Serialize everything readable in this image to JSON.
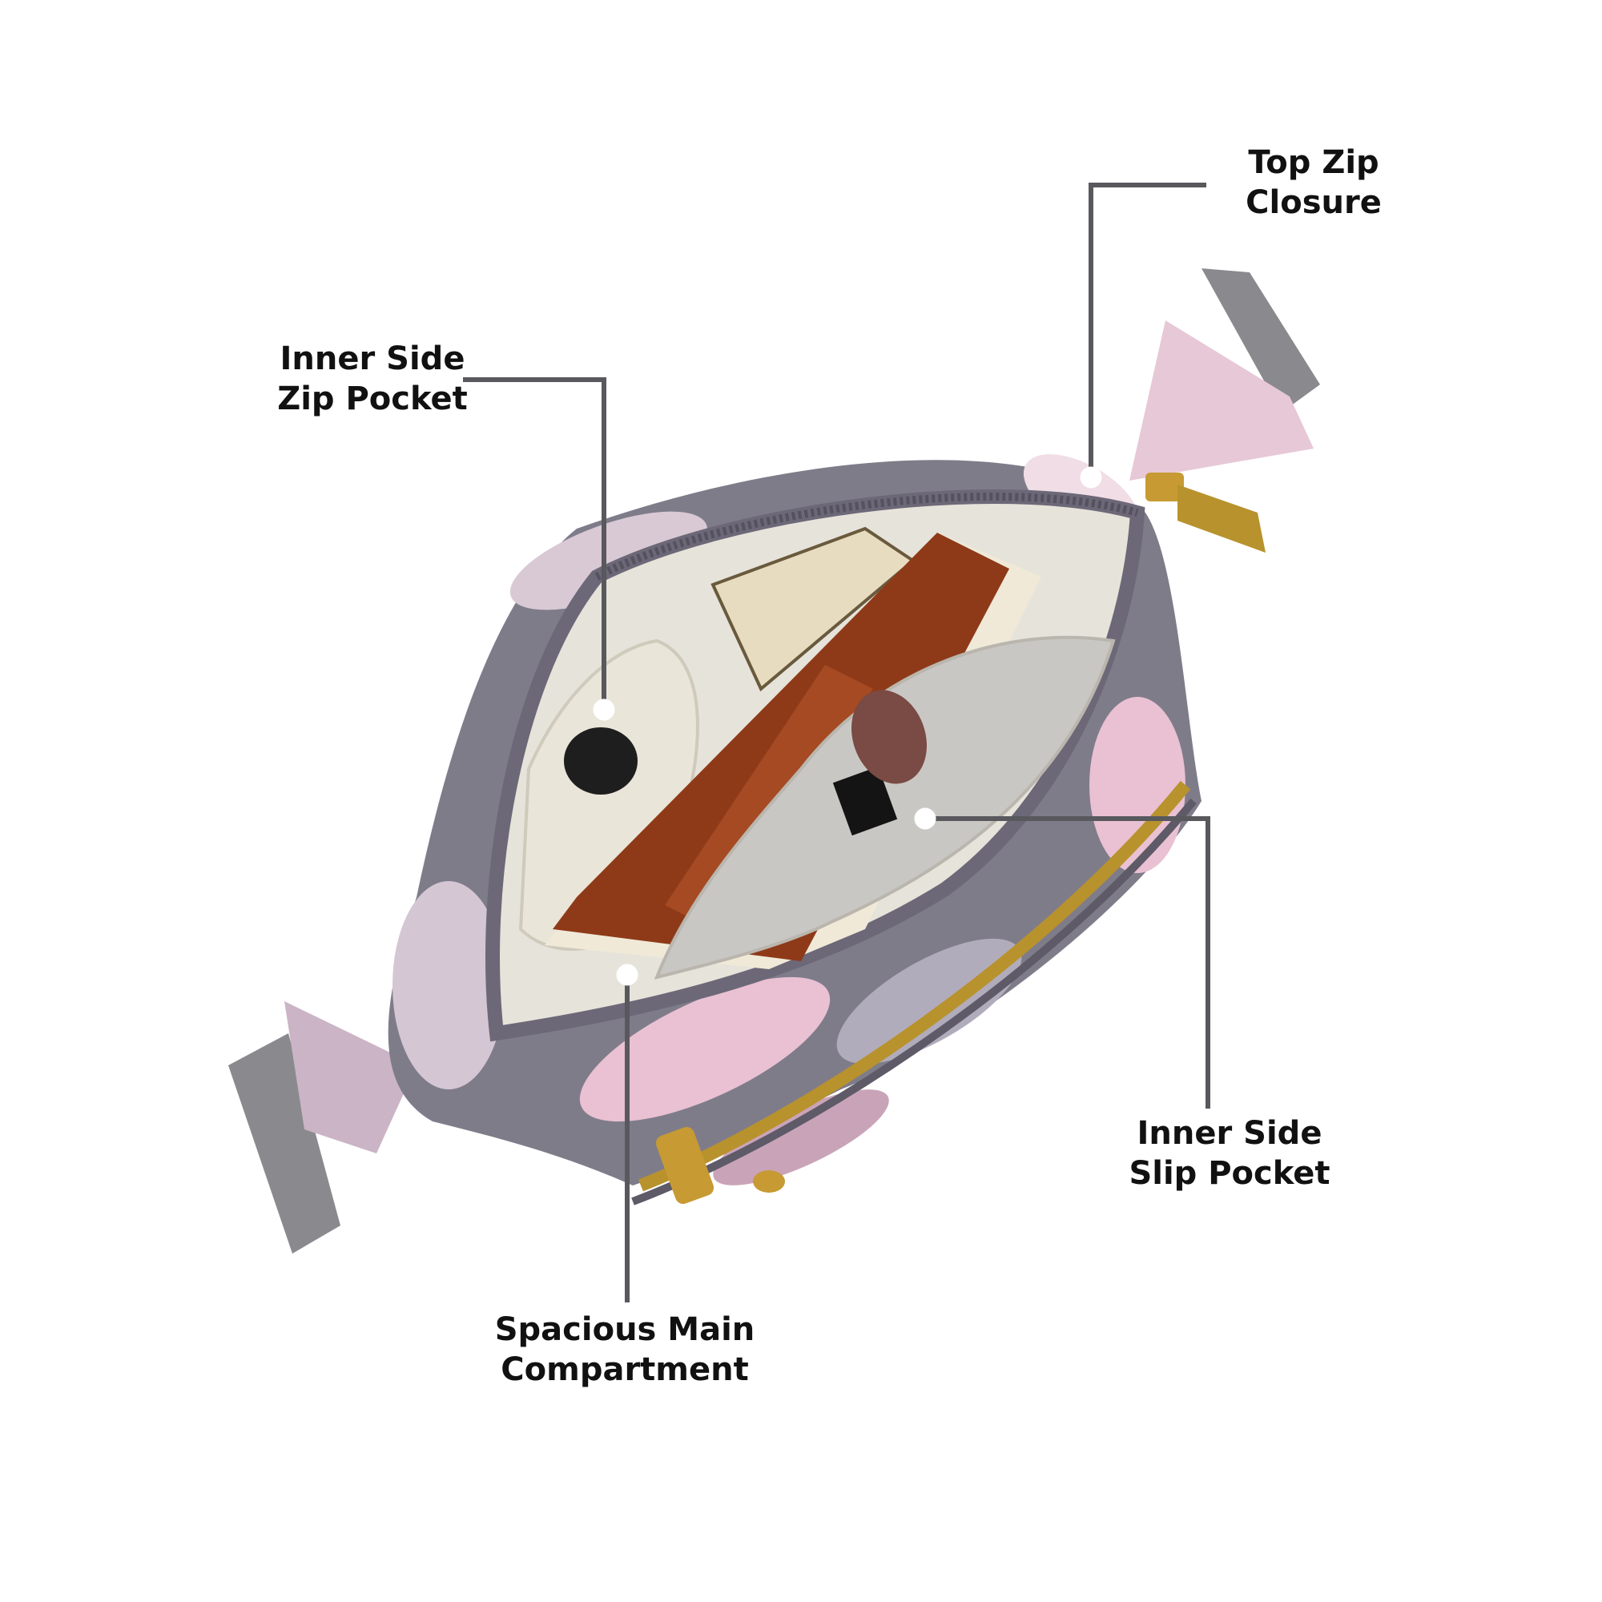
{
  "colors": {
    "leader_line": "#58585d",
    "dot": "#ffffff",
    "label_text": "#111111",
    "fabric_grey": "#7f7c8a",
    "fabric_pink": "#e9c1d2",
    "lining": "#e6e3da",
    "zipper_gold": "#b8922d"
  },
  "callouts": {
    "top_zip": {
      "line1": "Top Zip",
      "line2": "Closure"
    },
    "inner_zip_pocket": {
      "line1": "Inner Side",
      "line2": "Zip Pocket"
    },
    "inner_slip_pocket": {
      "line1": "Inner Side",
      "line2": "Slip Pocket"
    },
    "main_compartment": {
      "line1": "Spacious Main",
      "line2": "Compartment"
    }
  }
}
